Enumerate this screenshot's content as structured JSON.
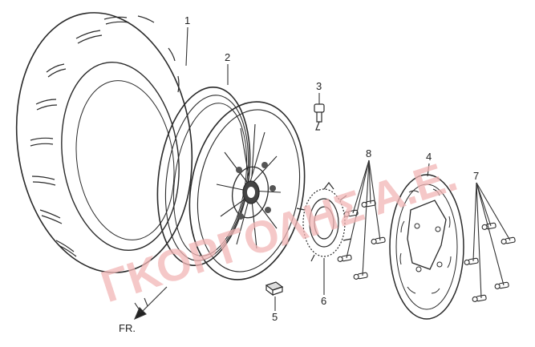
{
  "diagram": {
    "callouts": [
      "1",
      "2",
      "3",
      "4",
      "5",
      "6",
      "7",
      "8"
    ],
    "direction_label": "FR.",
    "watermark": "ΓΚΟΡΓΟΛΗΣ Α.Ε."
  },
  "colors": {
    "line": "#2a2a2a",
    "watermark": "#f2b6b6"
  }
}
